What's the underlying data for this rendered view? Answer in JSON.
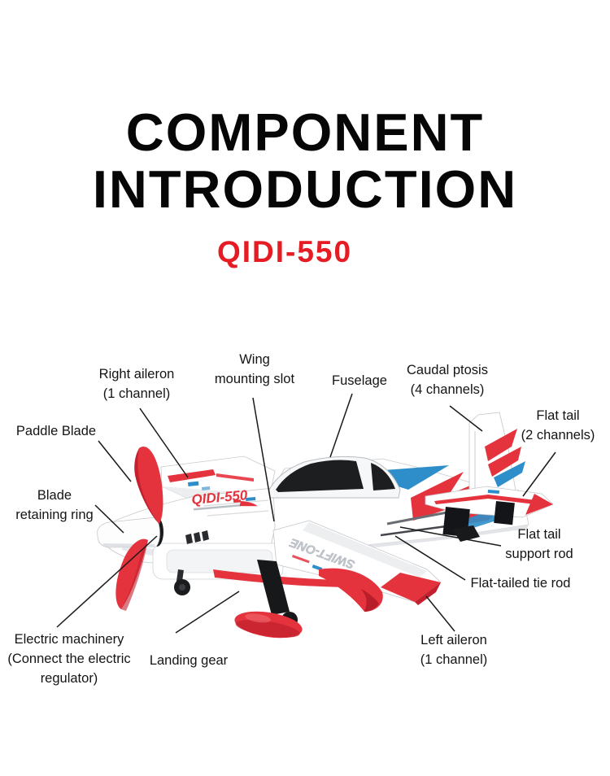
{
  "title": {
    "line1": "COMPONENT",
    "line2": "INTRODUCTION",
    "model": "QIDI-550"
  },
  "colors": {
    "title_black": "#060606",
    "model_red": "#e51c24",
    "plane_red": "#e5333e",
    "plane_red_dark": "#c2202e",
    "plane_blue": "#2d8ec9",
    "canopy_dark": "#1d1e20",
    "leader_line": "#1a1a1a"
  },
  "plane": {
    "fuselage_logo": "QIDI-550",
    "wing_logo": "SWIFT-ONE"
  },
  "labels": [
    {
      "id": "right-aileron",
      "text": "Right aileron\n(1 channel)"
    },
    {
      "id": "wing-mounting-slot",
      "text": "Wing\nmounting slot"
    },
    {
      "id": "fuselage",
      "text": "Fuselage"
    },
    {
      "id": "caudal-ptosis",
      "text": "Caudal ptosis\n(4 channels)"
    },
    {
      "id": "flat-tail",
      "text": "Flat tail\n(2 channels)"
    },
    {
      "id": "paddle-blade",
      "text": "Paddle Blade"
    },
    {
      "id": "blade-retaining-ring",
      "text": "Blade\nretaining ring"
    },
    {
      "id": "flat-tail-support-rod",
      "text": "Flat tail\nsupport rod"
    },
    {
      "id": "flat-tailed-tie-rod",
      "text": "Flat-tailed tie rod"
    },
    {
      "id": "electric-machinery",
      "text": "Electric machinery\n(Connect the electric\nregulator)"
    },
    {
      "id": "landing-gear",
      "text": "Landing gear"
    },
    {
      "id": "left-aileron",
      "text": "Left aileron\n(1 channel)"
    }
  ]
}
